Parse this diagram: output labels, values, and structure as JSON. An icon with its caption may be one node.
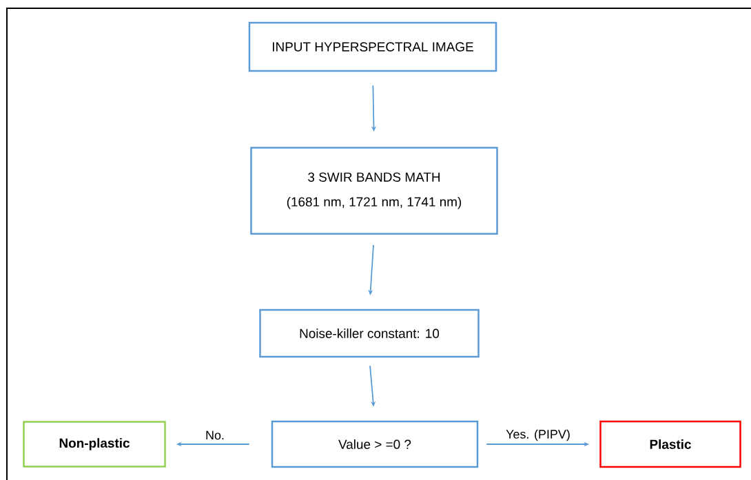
{
  "diagram": {
    "nodes": [
      {
        "text": [
          "INPUT HYPERSPECTRAL IMAGE"
        ]
      },
      {
        "text": [
          "3 SWIR BANDS MATH",
          "(1681 nm, 1721 nm, 1741 nm)"
        ]
      },
      {
        "text": [
          "Noise-killer constant: 10"
        ]
      },
      {
        "text": [
          "Value > =0 ?"
        ]
      },
      {
        "text": [
          "Non-plastic"
        ]
      },
      {
        "text": [
          "Plastic"
        ]
      }
    ],
    "edges": [
      {
        "from": 0,
        "to": 1,
        "arrow": "to"
      },
      {
        "from": 1,
        "to": 2,
        "arrow": "to"
      },
      {
        "from": 2,
        "to": 3,
        "arrow": "to"
      },
      {
        "from": 3,
        "to": 4,
        "arrow": "to",
        "label": "No."
      },
      {
        "from": 3,
        "to": 5,
        "arrow": "to",
        "label": "Yes. (PIPV)"
      }
    ]
  }
}
